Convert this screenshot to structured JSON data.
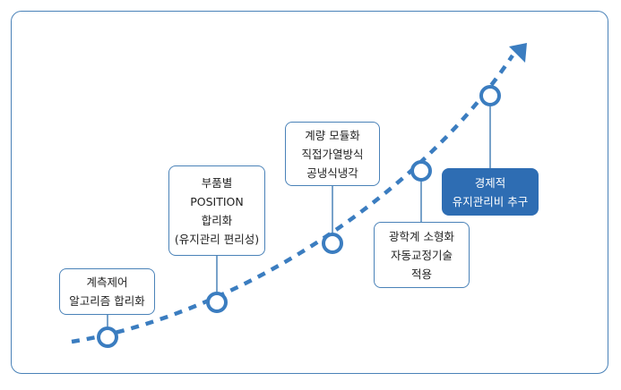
{
  "steps": [
    {
      "lines": [
        "계측제어",
        "알고리즘 합리화"
      ]
    },
    {
      "lines": [
        "부품별",
        "POSITION",
        "합리화",
        "(유지관리 편리성)"
      ]
    },
    {
      "lines": [
        "계량 모듈화",
        "직접가열방식",
        "공냉식냉각"
      ]
    },
    {
      "lines": [
        "광학계 소형화",
        "자동교정기술",
        "적용"
      ]
    },
    {
      "lines": [
        "경제적",
        "유지관리비 추구"
      ]
    }
  ],
  "colors": {
    "accent": "#4a82b8",
    "highlight": "#2e6db3",
    "node_stroke": "#3b7dc0"
  }
}
